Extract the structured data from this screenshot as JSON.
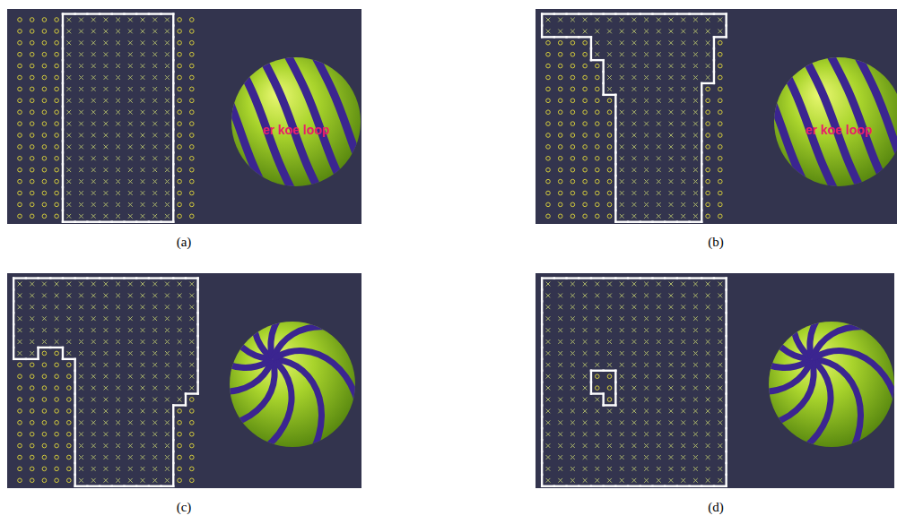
{
  "diagram": {
    "labels": [
      "er koe loop",
      "er koe loop",
      "(a)",
      "(b)",
      "(c)",
      "(d)"
    ]
  }
}
